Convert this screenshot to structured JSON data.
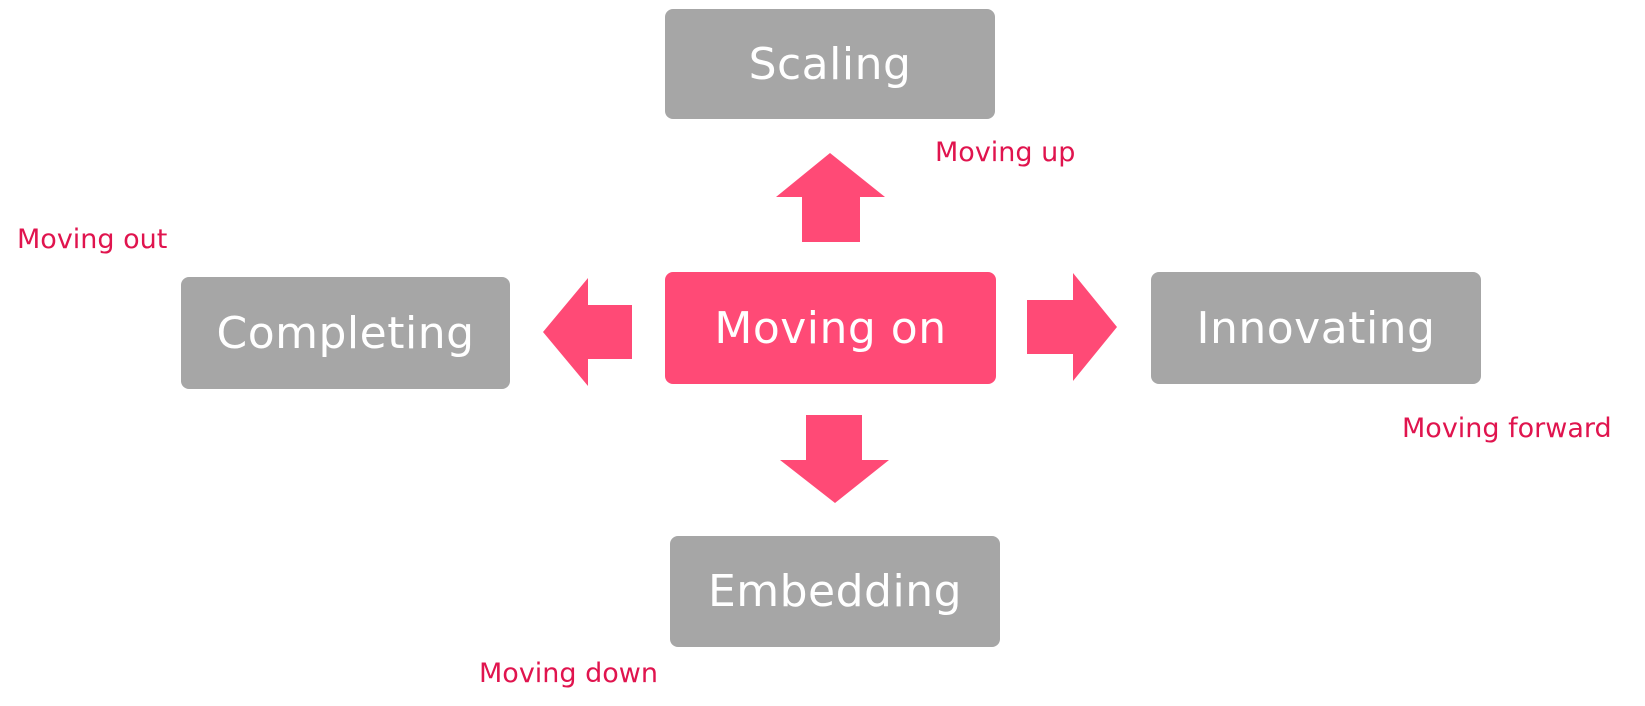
{
  "colors": {
    "box_grey": "#a6a6a6",
    "center_box": "#ff4a76",
    "arrow": "#ff4a76",
    "label_text": "#e0144e",
    "box_text": "#ffffff"
  },
  "center": {
    "label": "Moving on"
  },
  "nodes": {
    "up": {
      "label": "Scaling",
      "direction_label": "Moving up"
    },
    "left": {
      "label": "Completing",
      "direction_label": "Moving out"
    },
    "right": {
      "label": "Innovating",
      "direction_label": "Moving forward"
    },
    "down": {
      "label": "Embedding",
      "direction_label": "Moving down"
    }
  }
}
